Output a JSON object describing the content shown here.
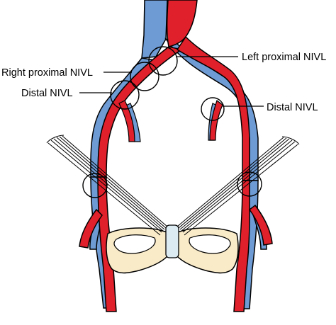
{
  "labels": {
    "left_proximal": "Left proximal NIVL",
    "right_proximal": "Right proximal NIVL",
    "distal_right": "Distal NIVL",
    "distal_left": "Distal NIVL"
  },
  "colors": {
    "artery": "#e0202a",
    "vein": "#6e9bd4",
    "bone": "#faebc8",
    "cartilage": "#dceaf2",
    "outline": "#000000",
    "background": "#ffffff"
  }
}
